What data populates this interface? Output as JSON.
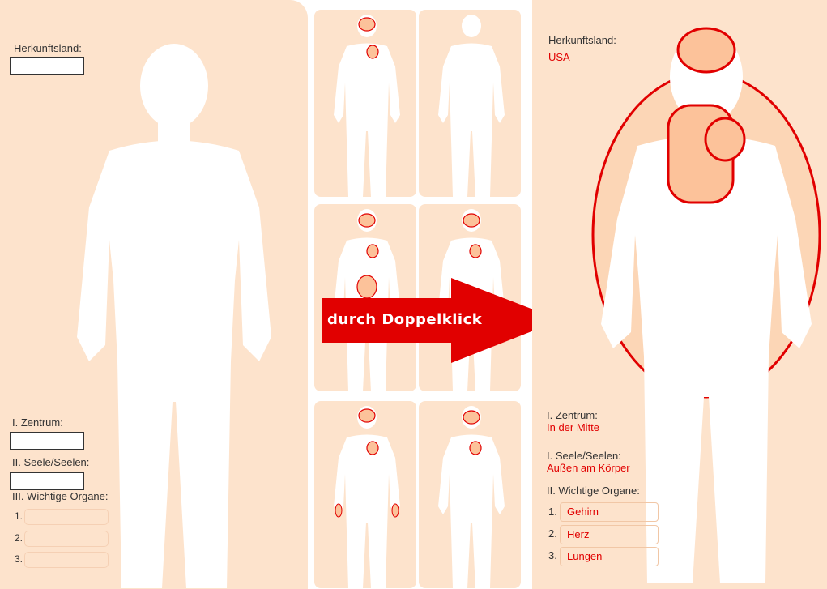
{
  "blank_form": {
    "origin_label": "Herkunftsland:",
    "center_label": "I. Zentrum:",
    "soul_label": "II. Seele/Seelen:",
    "organs_label": "III. Wichtige Organe:",
    "organ_numbers": [
      "1.",
      "2.",
      "3."
    ]
  },
  "arrow": {
    "label": "durch Doppelklick",
    "color": "#e10000"
  },
  "detail_form": {
    "origin_label": "Herkunftsland:",
    "origin_value": "USA",
    "center_label": "I. Zentrum:",
    "center_value": "In der Mitte",
    "soul_label": "I. Seele/Seelen:",
    "soul_value": "Außen am Körper",
    "organs_label": "II. Wichtige Organe:",
    "organs": [
      {
        "number": "1.",
        "name": "Gehirn"
      },
      {
        "number": "2.",
        "name": "Herz"
      },
      {
        "number": "3.",
        "name": "Lungen"
      }
    ]
  },
  "colors": {
    "panel": "#fde3cc",
    "highlight": "#e10000",
    "figure": "#ffffff"
  }
}
